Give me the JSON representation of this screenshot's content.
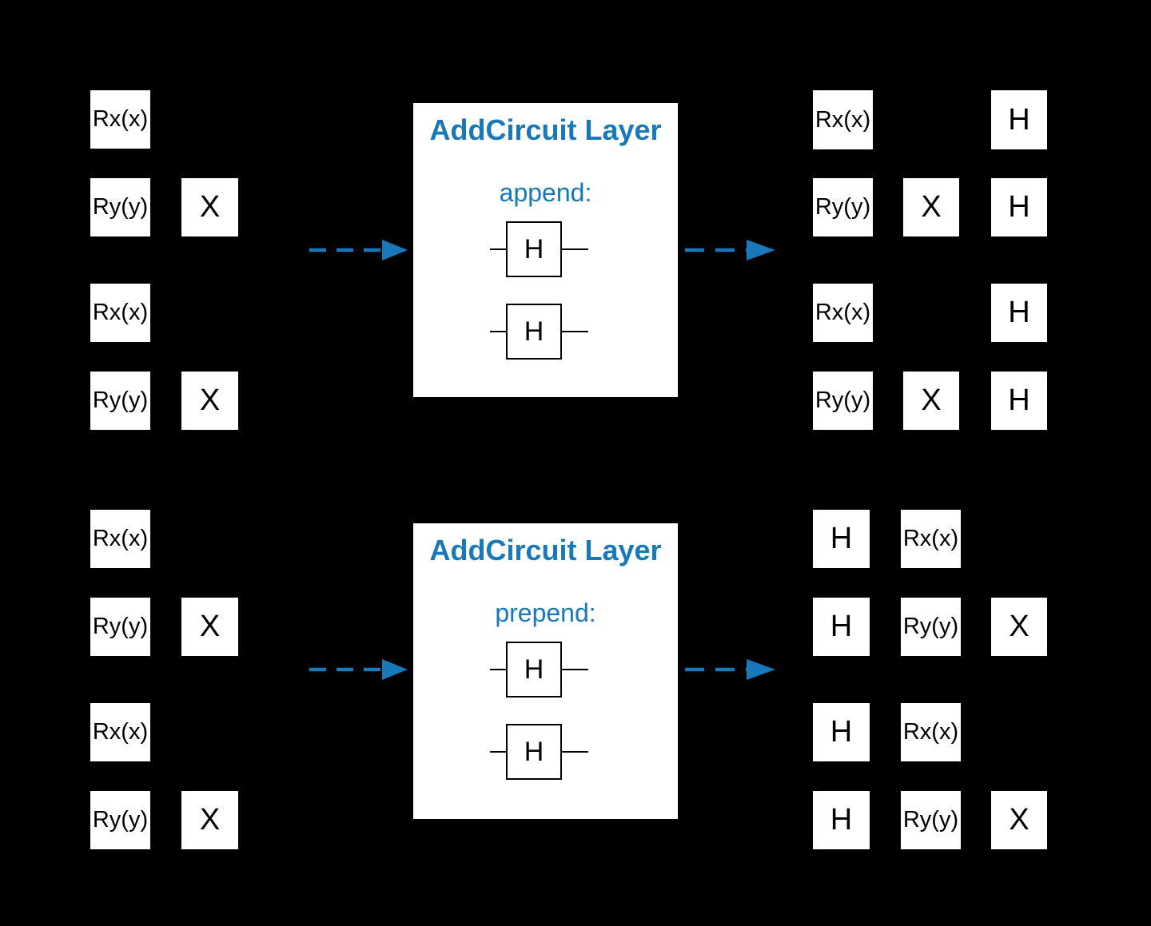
{
  "palette": {
    "background": "#000000",
    "accent_blue": "#1778ba",
    "gate_bg": "#ffffff",
    "gate_border": "#000000",
    "gate_text": "#000000"
  },
  "cards": [
    {
      "title": "AddCircuit Layer",
      "mode_label": "append:",
      "gate_labels": [
        "H",
        "H"
      ]
    },
    {
      "title": "AddCircuit Layer",
      "mode_label": "prepend:",
      "gate_labels": [
        "H",
        "H"
      ]
    }
  ],
  "circuits": {
    "top_left": {
      "gates": [
        "Rx(x)",
        "Ry(y)",
        "X",
        "Rx(x)",
        "Ry(y)",
        "X"
      ]
    },
    "top_right": {
      "gates": [
        "Rx(x)",
        "H",
        "Ry(y)",
        "X",
        "H",
        "Rx(x)",
        "H",
        "Ry(y)",
        "X",
        "H"
      ]
    },
    "bottom_left": {
      "gates": [
        "Rx(x)",
        "Ry(y)",
        "X",
        "Rx(x)",
        "Ry(y)",
        "X"
      ]
    },
    "bottom_right": {
      "gates": [
        "H",
        "Rx(x)",
        "H",
        "Ry(y)",
        "X",
        "H",
        "Rx(x)",
        "H",
        "Ry(y)",
        "X"
      ]
    }
  }
}
